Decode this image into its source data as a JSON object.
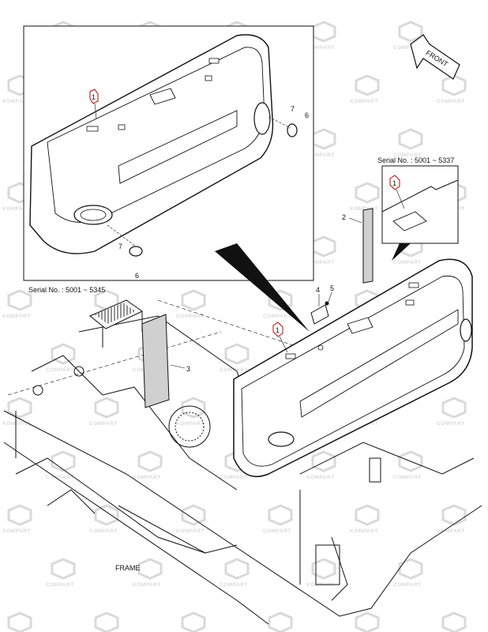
{
  "inset_left": {
    "serial": "Serial No. : 5001 ~ 5345",
    "callouts": [
      "1",
      "7",
      "6",
      "7",
      "6"
    ]
  },
  "inset_right": {
    "serial": "Serial No. : 5001 ~ 5337",
    "callout": "1"
  },
  "front_arrow": {
    "label": "FRONT"
  },
  "main_callouts": {
    "c1": "1",
    "c2": "2",
    "c3": "3",
    "c4": "4",
    "c5": "5"
  },
  "frame_label": "FRAME",
  "watermark": {
    "brand_a": "KOMPART",
    "brand_b": "COMPART"
  },
  "colors": {
    "line": "#111111",
    "watermark": "#d9d9d9",
    "callout": "#c00000"
  }
}
